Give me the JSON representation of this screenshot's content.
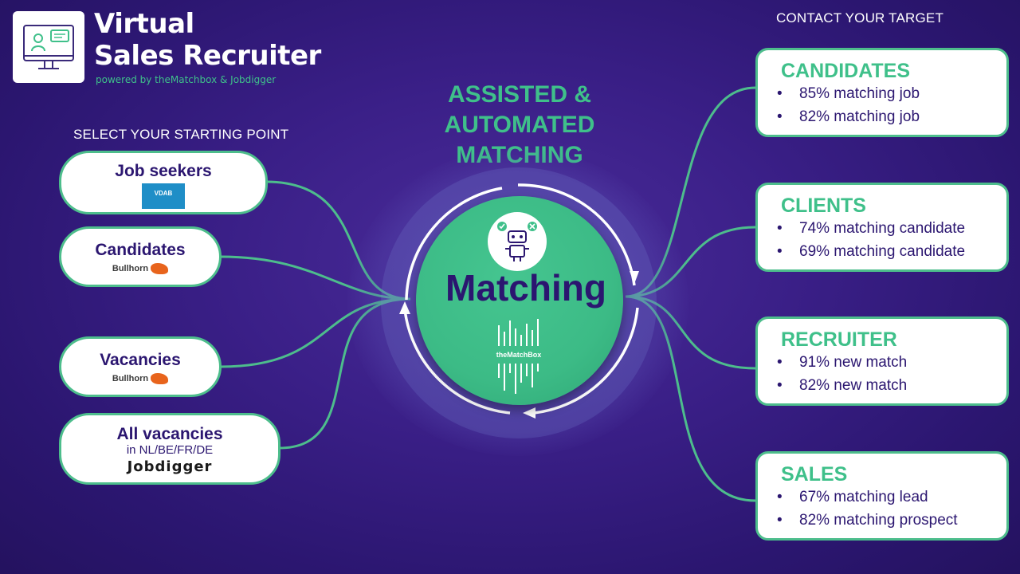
{
  "logo": {
    "line1": "Virtual",
    "line2": "Sales Recruiter",
    "tagline": "powered by theMatchbox & Jobdigger"
  },
  "left_heading": "SELECT YOUR STARTING POINT",
  "right_heading": "CONTACT YOUR TARGET",
  "center": {
    "title_lines": [
      "ASSISTED &",
      "AUTOMATED",
      "MATCHING"
    ],
    "label": "Matching",
    "brand": "theMatchBox"
  },
  "sources": [
    {
      "title": "Job seekers",
      "badge": "VDAB",
      "badge_icon": "vdab-logo"
    },
    {
      "title": "Candidates",
      "badge": "Bullhorn",
      "badge_icon": "bullhorn-logo"
    },
    {
      "title": "Vacancies",
      "badge": "Bullhorn",
      "badge_icon": "bullhorn-logo"
    },
    {
      "title": "All vacancies",
      "subtitle": "in NL/BE/FR/DE",
      "badge": "Jobdigger",
      "badge_icon": "jobdigger-logo"
    }
  ],
  "targets": [
    {
      "title": "CANDIDATES",
      "items": [
        "85% matching job",
        "82% matching job"
      ]
    },
    {
      "title": "CLIENTS",
      "items": [
        "74% matching candidate",
        "69% matching candidate"
      ]
    },
    {
      "title": "RECRUITER",
      "items": [
        "91% new match",
        "82% new match"
      ]
    },
    {
      "title": "SALES",
      "items": [
        "67% matching lead",
        "82% matching prospect"
      ]
    }
  ],
  "colors": {
    "background": "#2b1670",
    "accent_green": "#3fc08a",
    "box_border": "#4dbd8c",
    "navy_text": "#2b1670",
    "white": "#ffffff"
  }
}
